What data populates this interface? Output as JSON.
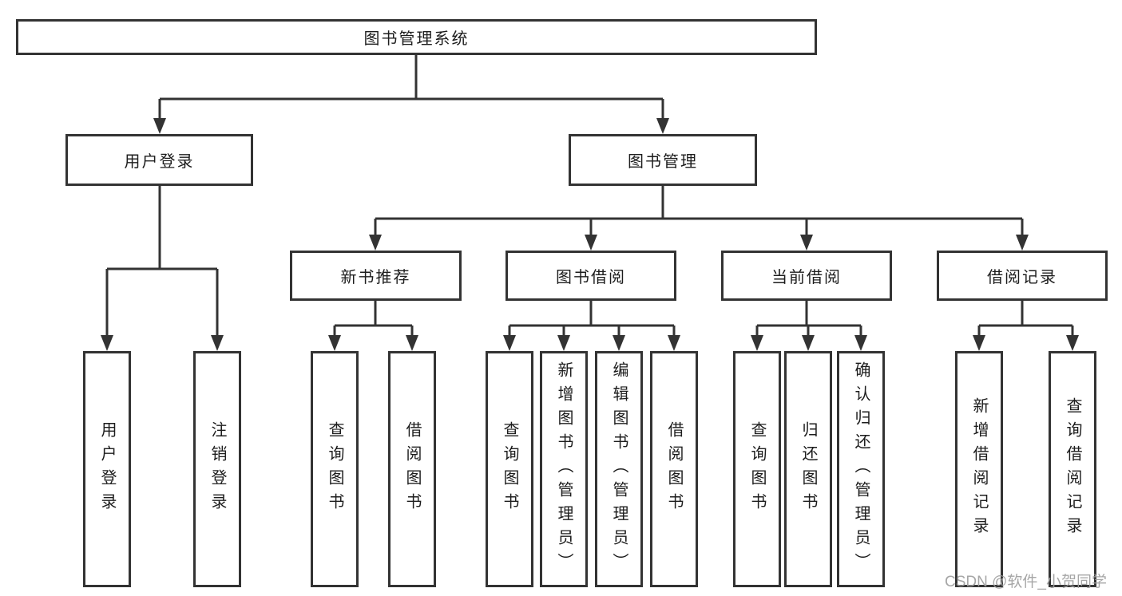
{
  "diagram": {
    "title": "图书管理系统",
    "level2": [
      {
        "label": "用户登录"
      },
      {
        "label": "图书管理"
      }
    ],
    "level3": [
      {
        "label": "新书推荐"
      },
      {
        "label": "图书借阅"
      },
      {
        "label": "当前借阅"
      },
      {
        "label": "借阅记录"
      }
    ],
    "leaves": {
      "user_login": [
        "用户登录",
        "注销登录"
      ],
      "new_book": [
        "查询图书",
        "借阅图书"
      ],
      "book_borrow": [
        "查询图书",
        "新增图书（管理员）",
        "编辑图书（管理员）",
        "借阅图书"
      ],
      "current_borrow": [
        "查询图书",
        "归还图书",
        "确认归还（管理员）"
      ],
      "borrow_record": [
        "新增借阅记录",
        "查询借阅记录"
      ]
    },
    "colors": {
      "line": "#333333",
      "text": "#1d1d1d",
      "background": "#ffffff",
      "watermark": "#9e9e9e"
    },
    "watermark": "CSDN @软件_小贺同学"
  }
}
